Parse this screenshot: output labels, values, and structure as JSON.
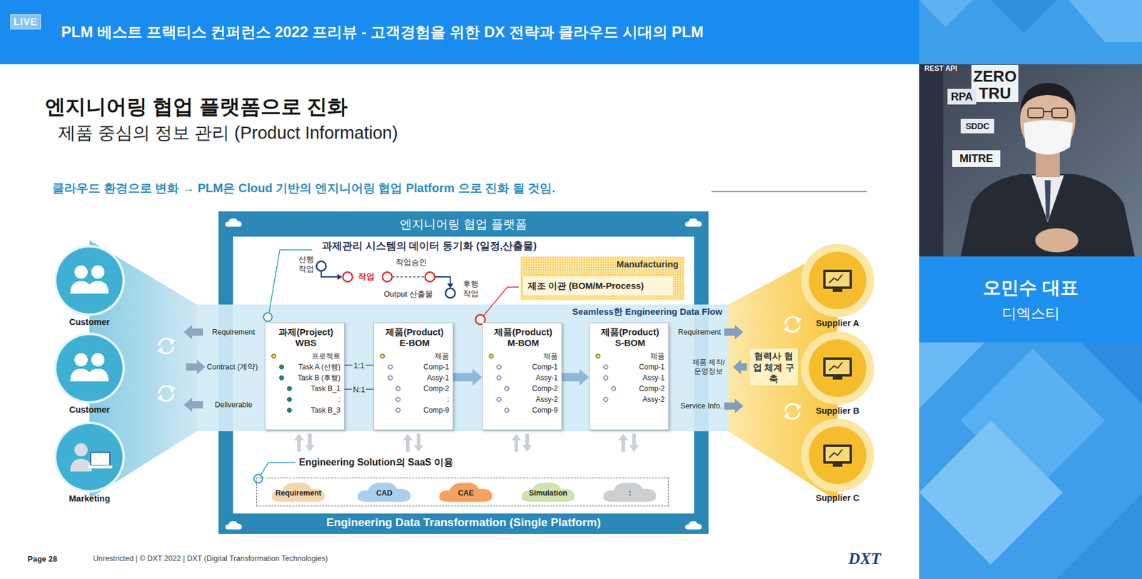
{
  "diagram": {
    "title": "엔지니어링 협업 플랫폼으로 진화",
    "nodes": [
      {
        "text": [
          "PLM 베스트 프랙티스 컨퍼런스 2022 프리뷰 - 고객경험을 위한 DX 전략과 클라우드 시대의 PLM"
        ]
      },
      {
        "text": [
          "LIVE"
        ],
        "in": 0
      },
      {
        "text": [
          "Customer"
        ]
      },
      {
        "text": [
          "Customer"
        ]
      },
      {
        "text": [
          "Marketing"
        ]
      },
      {
        "text": [
          "엔지니어링 협업 플랫폼",
          "Engineering Data Transformation (Single Platform)"
        ]
      },
      {
        "text": [
          "Manufacturing"
        ],
        "in": 5
      },
      {
        "text": [
          "제조 이관 (BOM/M-Process)"
        ],
        "in": 6
      },
      {
        "text": [
          "Seamless한 Engineering Data Flow"
        ]
      },
      {
        "text": [
          "과제(Project) WBS",
          "프로젝트",
          "Task A (선행)",
          "Task B (후행)",
          "Task B_1",
          ":",
          "Task B_3"
        ],
        "in": 8
      },
      {
        "text": [
          "제품(Product) E-BOM",
          "제품",
          "Comp-1",
          "Assy-1",
          "Comp-2",
          ":",
          "Comp-9"
        ],
        "in": 8
      },
      {
        "text": [
          "제품(Product) M-BOM",
          "제품",
          "Comp-1",
          "Assy-1",
          "Comp-2",
          "Assy-2",
          "Comp-9"
        ],
        "in": 8
      },
      {
        "text": [
          "제품(Product) S-BOM",
          "제품",
          "Comp-1",
          "Assy-1",
          "Comp-2",
          "Assy-2"
        ],
        "in": 8
      },
      {
        "text": [
          "Engineering Solution의 SaaS 이용"
        ],
        "in": 5
      },
      {
        "text": [
          "Requirement"
        ],
        "in": 13
      },
      {
        "text": [
          "CAD"
        ],
        "in": 13
      },
      {
        "text": [
          "CAE"
        ],
        "in": 13
      },
      {
        "text": [
          "Simulation"
        ],
        "in": 13
      },
      {
        "text": [
          ":"
        ],
        "in": 13
      },
      {
        "text": [
          "협력사 협업 체계 구축"
        ]
      },
      {
        "text": [
          "Supplier A"
        ]
      },
      {
        "text": [
          "Supplier B"
        ]
      },
      {
        "text": [
          "Supplier C"
        ]
      },
      {
        "text": [
          "오민수 대표",
          "디엑스티"
        ]
      }
    ],
    "edges": [
      {
        "from": 9,
        "to": 10,
        "label": "1:1",
        "arrow": "none"
      },
      {
        "from": 9,
        "to": 10,
        "label": "N:1",
        "arrow": "none"
      },
      {
        "from": 10,
        "to": 11,
        "arrow": "to"
      },
      {
        "from": 11,
        "to": 12,
        "arrow": "to"
      }
    ],
    "labels": [
      "제품 중심의 정보 관리 (Product Information)",
      "클라우드 환경으로 변화 → PLM은 Cloud 기반의 엔지니어링 협업 Platform 으로 진화 될 것임.",
      "과제관리 시스템의 데이터 동기화 (일정,산출물)",
      "선행 작업",
      "작업",
      "작업승인",
      "Output 산출물",
      "후행 작업",
      "Requirement",
      "Contract (계약)",
      "Deliverable",
      "Requirement",
      "제품 제작/운영정보",
      "Service Info.",
      "REST API",
      "ZERO",
      "TRU",
      "RPA",
      "SDDC",
      "MITRE",
      "Page 28",
      "Unrestricted | © DXT 2022 | DXT (Digital Transformation Technologies)",
      "DXT"
    ]
  }
}
